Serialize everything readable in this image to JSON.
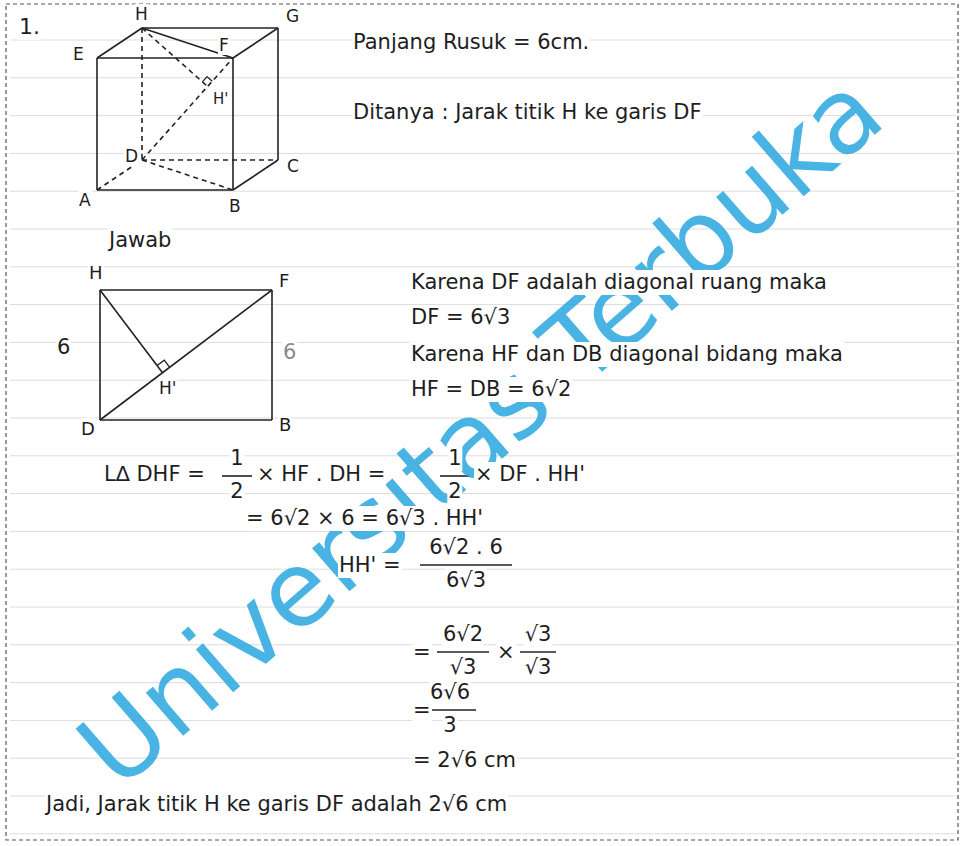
{
  "diagram": {
    "labels": [
      "1.",
      "E",
      "H",
      "F",
      "G",
      "H'",
      "D",
      "C",
      "A",
      "B",
      "Panjang Rusuk = 6cm.",
      "Ditanya : Jarak titik H ke garis DF",
      "Jawab",
      "H",
      "F",
      "6",
      "6",
      "H'",
      "D",
      "B",
      "Karena DF adalah diagonal ruang maka",
      "DF = 6√3",
      "Karena HF dan DB diagonal bidang maka",
      "HF = DB = 6√2",
      "L∆ DHF =",
      "1",
      "2",
      "× HF . DH =",
      "1",
      "2",
      "× DF . HH'",
      "= 6√2 × 6 = 6√3 . HH'",
      "HH' =",
      "6√2 . 6",
      "6√3",
      "=",
      "6√2",
      "√3",
      "×",
      "√3",
      "√3",
      "=",
      "6√6",
      "3",
      "= 2√6 cm",
      "Jadi, Jarak titik H ke garis DF adalah 2√6 cm",
      "Universitas Terbuka"
    ]
  }
}
